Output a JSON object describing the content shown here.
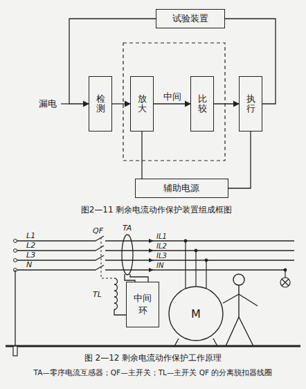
{
  "diagram": {
    "nodes": [
      {
        "text": [
          "试验装置"
        ]
      },
      {
        "text": [
          "检测"
        ]
      },
      {
        "text": [
          "放大"
        ]
      },
      {
        "text": [
          "比较"
        ]
      },
      {
        "text": [
          "执行"
        ]
      },
      {
        "text": [
          "辅助电源"
        ]
      },
      {
        "text": [
          "中间环"
        ]
      },
      {
        "text": [
          "M"
        ]
      }
    ],
    "edges": [
      {
        "from": 1,
        "to": 2,
        "arrow": "to"
      },
      {
        "from": 2,
        "to": 3,
        "arrow": "to",
        "label": "中间"
      },
      {
        "from": 3,
        "to": 4,
        "arrow": "to"
      },
      {
        "from": 0,
        "to": 1,
        "arrow": "to"
      },
      {
        "from": 0,
        "to": 4,
        "arrow": "none"
      },
      {
        "from": 5,
        "to": 2,
        "arrow": "none"
      },
      {
        "from": 5,
        "to": 4,
        "arrow": "none"
      }
    ],
    "labels": [
      "漏电",
      "图2—11 剩余电流动作保护装置组成框图",
      "TA",
      "QF",
      "L1",
      "L2",
      "L3",
      "N",
      "IL1",
      "IL2",
      "IL3",
      "IN",
      "TL",
      "图 2—12 剩余电流动作保护工作原理",
      "TA—零序电流互感器；QF—主开关；TL—主开关 QF 的分离脱扣器线圈"
    ]
  }
}
